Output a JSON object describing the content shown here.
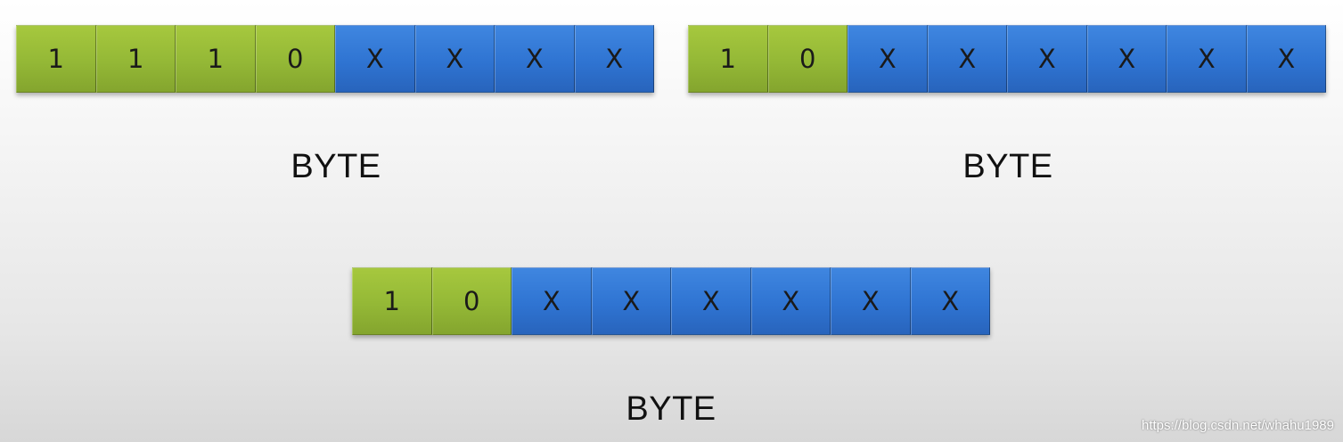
{
  "colors": {
    "lead_bit": "#94b836",
    "data_bit": "#2f74d2"
  },
  "bytes": [
    {
      "bits": [
        "1",
        "1",
        "1",
        "0",
        "X",
        "X",
        "X",
        "X"
      ],
      "lead_count": 4,
      "label": "BYTE"
    },
    {
      "bits": [
        "1",
        "0",
        "X",
        "X",
        "X",
        "X",
        "X",
        "X"
      ],
      "lead_count": 2,
      "label": "BYTE"
    },
    {
      "bits": [
        "1",
        "0",
        "X",
        "X",
        "X",
        "X",
        "X",
        "X"
      ],
      "lead_count": 2,
      "label": "BYTE"
    }
  ],
  "watermark": "https://blog.csdn.net/whahu1989"
}
